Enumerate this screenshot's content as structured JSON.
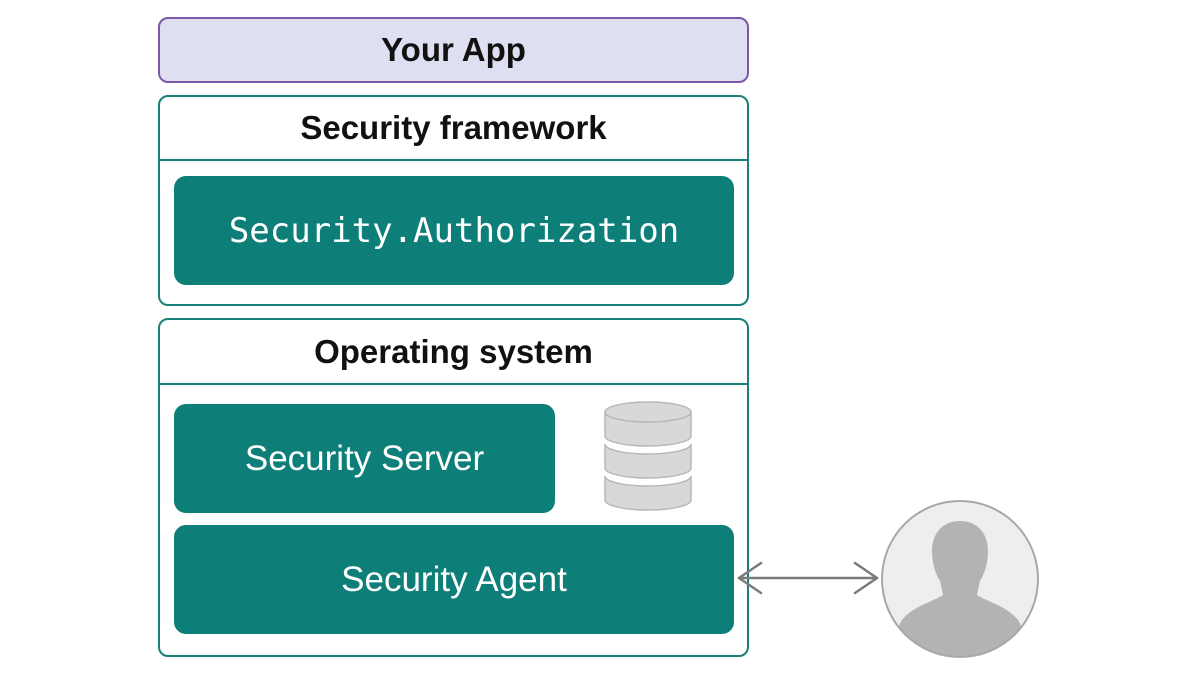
{
  "diagram": {
    "app_label": "Your App",
    "framework": {
      "title": "Security framework",
      "component": "Security.Authorization"
    },
    "os": {
      "title": "Operating system",
      "server": "Security Server",
      "agent": "Security Agent"
    },
    "colors": {
      "teal": "#0d7f78",
      "panel_border": "#1a7f7a",
      "app_fill": "#dedff0",
      "app_border": "#7d58a8",
      "gray_icon": "#b3b3b3"
    },
    "icons": [
      "database-icon",
      "bidirectional-arrow-icon",
      "user-avatar-icon"
    ]
  }
}
